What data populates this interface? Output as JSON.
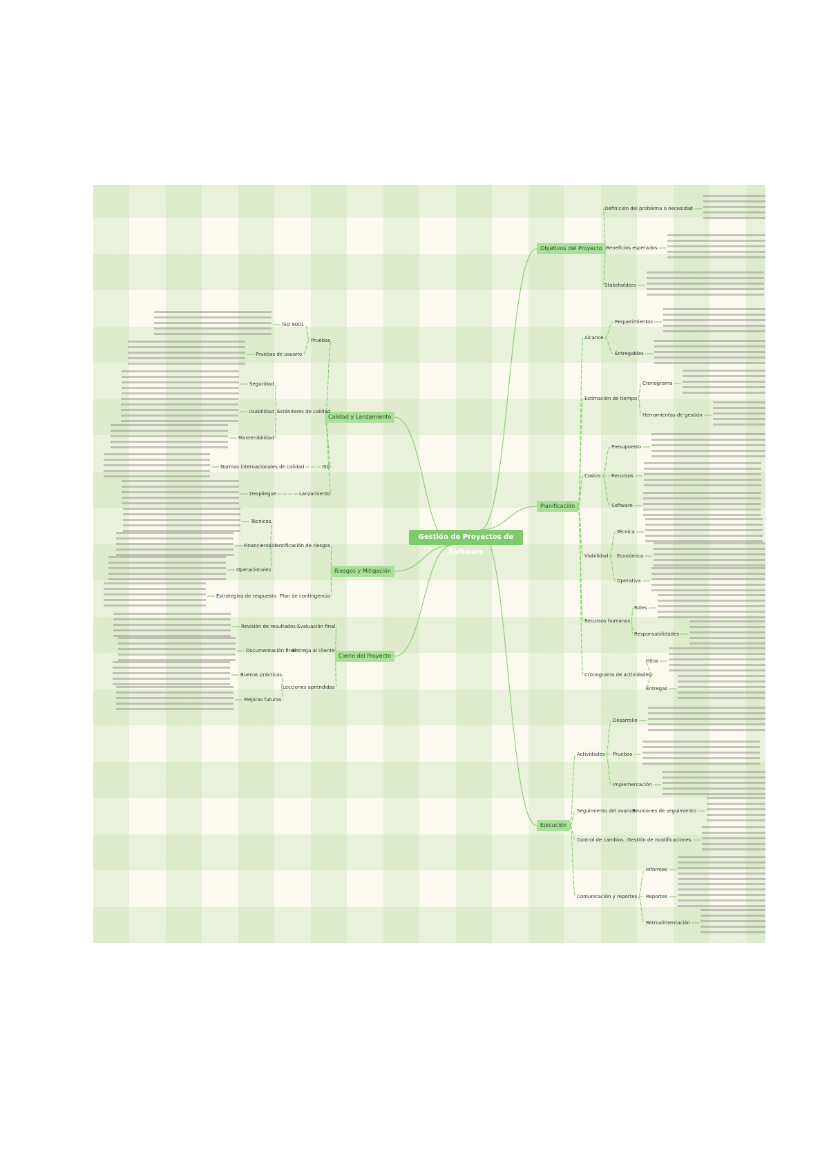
{
  "root": {
    "label": "Gestión de Proyectos de Software"
  },
  "colors": {
    "root": "#7fcb6c",
    "branch": "#a9e09a",
    "edge": "#8fd07a",
    "background": "#fcfaee"
  },
  "branches": [
    {
      "label": "Objetivos del Proyecto",
      "side": "right",
      "children": [
        {
          "label": "Definición del problema o necesidad",
          "children": []
        },
        {
          "label": "Beneficios esperados",
          "children": []
        },
        {
          "label": "Stakeholders",
          "children": []
        }
      ]
    },
    {
      "label": "Planificación",
      "side": "right",
      "children": [
        {
          "label": "Alcance",
          "children": [
            {
              "label": "Requerimientos"
            },
            {
              "label": "Entregables"
            }
          ]
        },
        {
          "label": "Estimación de tiempo",
          "children": [
            {
              "label": "Cronograma"
            },
            {
              "label": "Herramientas de gestión"
            }
          ]
        },
        {
          "label": "Costos",
          "children": [
            {
              "label": "Presupuesto"
            },
            {
              "label": "Recursos"
            },
            {
              "label": "Software"
            }
          ]
        },
        {
          "label": "Viabilidad",
          "children": [
            {
              "label": "Técnica"
            },
            {
              "label": "Económica"
            },
            {
              "label": "Operativa"
            }
          ]
        },
        {
          "label": "Recursos humanos",
          "children": [
            {
              "label": "Roles"
            },
            {
              "label": "Responsabilidades"
            }
          ]
        },
        {
          "label": "Cronograma de actividades",
          "children": [
            {
              "label": "Hitos"
            },
            {
              "label": "Entregas"
            }
          ]
        }
      ]
    },
    {
      "label": "Ejecución",
      "side": "right",
      "children": [
        {
          "label": "Actividades",
          "children": [
            {
              "label": "Desarrollo"
            },
            {
              "label": "Pruebas"
            },
            {
              "label": "Implementación"
            }
          ]
        },
        {
          "label": "Seguimiento del avance",
          "children": [
            {
              "label": "Reuniones de seguimiento"
            }
          ]
        },
        {
          "label": "Control de cambios",
          "children": [
            {
              "label": "Gestión de modificaciones"
            }
          ]
        },
        {
          "label": "Comunicación y reportes",
          "children": [
            {
              "label": "Informes"
            },
            {
              "label": "Reportes"
            },
            {
              "label": "Retroalimentación"
            }
          ]
        }
      ]
    },
    {
      "label": "Calidad y Lanzamiento",
      "side": "left",
      "children": [
        {
          "label": "Pruebas",
          "children": [
            {
              "label": "ISO 9001"
            },
            {
              "label": "Pruebas de usuario"
            }
          ]
        },
        {
          "label": "Estándares de calidad",
          "children": [
            {
              "label": "Seguridad"
            },
            {
              "label": "Usabilidad"
            },
            {
              "label": "Mantenibilidad"
            }
          ]
        },
        {
          "label": "ISO",
          "children": [
            {
              "label": "Normas internacionales de calidad"
            }
          ]
        },
        {
          "label": "Lanzamiento",
          "children": [
            {
              "label": "Despliegue"
            }
          ]
        }
      ]
    },
    {
      "label": "Riesgos y Mitigación",
      "side": "left",
      "children": [
        {
          "label": "Identificación de riesgos",
          "children": [
            {
              "label": "Técnicos"
            },
            {
              "label": "Financieros"
            },
            {
              "label": "Operacionales"
            }
          ]
        },
        {
          "label": "Plan de contingencia",
          "children": [
            {
              "label": "Estrategias de respuesta"
            }
          ]
        }
      ]
    },
    {
      "label": "Cierre del Proyecto",
      "side": "left",
      "children": [
        {
          "label": "Evaluación final",
          "children": [
            {
              "label": "Revisión de resultados"
            }
          ]
        },
        {
          "label": "Entrega al cliente",
          "children": [
            {
              "label": "Documentación final"
            }
          ]
        },
        {
          "label": "Lecciones aprendidas",
          "children": [
            {
              "label": "Buenas prácticas"
            },
            {
              "label": "Mejoras futuras"
            }
          ]
        }
      ]
    }
  ]
}
